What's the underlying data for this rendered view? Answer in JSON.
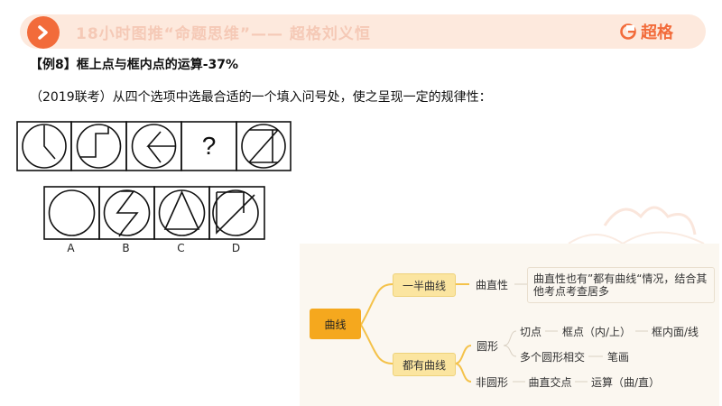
{
  "header": {
    "title": "18小时图推“命题思维”—— 超格刘义恒",
    "brand": "超格",
    "accent_color": "#f26b3a",
    "bar_color": "#fde9dd"
  },
  "problem": {
    "title": "【例8】框上点与框内点的运算-37%",
    "question": "（2019联考）从四个选项中选最合适的一个填入问号处，使之呈现一定的规律性：",
    "question_mark": "?",
    "options": [
      "A",
      "B",
      "C",
      "D"
    ]
  },
  "mindmap": {
    "root": "曲线",
    "branch1": {
      "label": "一半曲线",
      "child": "曲直性",
      "note": "曲直性也有”都有曲线“情况，结合其他考点考查居多"
    },
    "branch2": {
      "label": "都有曲线",
      "circle": {
        "label": "圆形",
        "tangent": "切点",
        "frame_point": "框点（内/上）",
        "frame_inner": "框内面/线",
        "multi": "多个圆形相交",
        "stroke": "笔画"
      },
      "noncircle": {
        "label": "非圆形",
        "cross": "曲直交点",
        "operation": "运算（曲/直）"
      }
    }
  }
}
